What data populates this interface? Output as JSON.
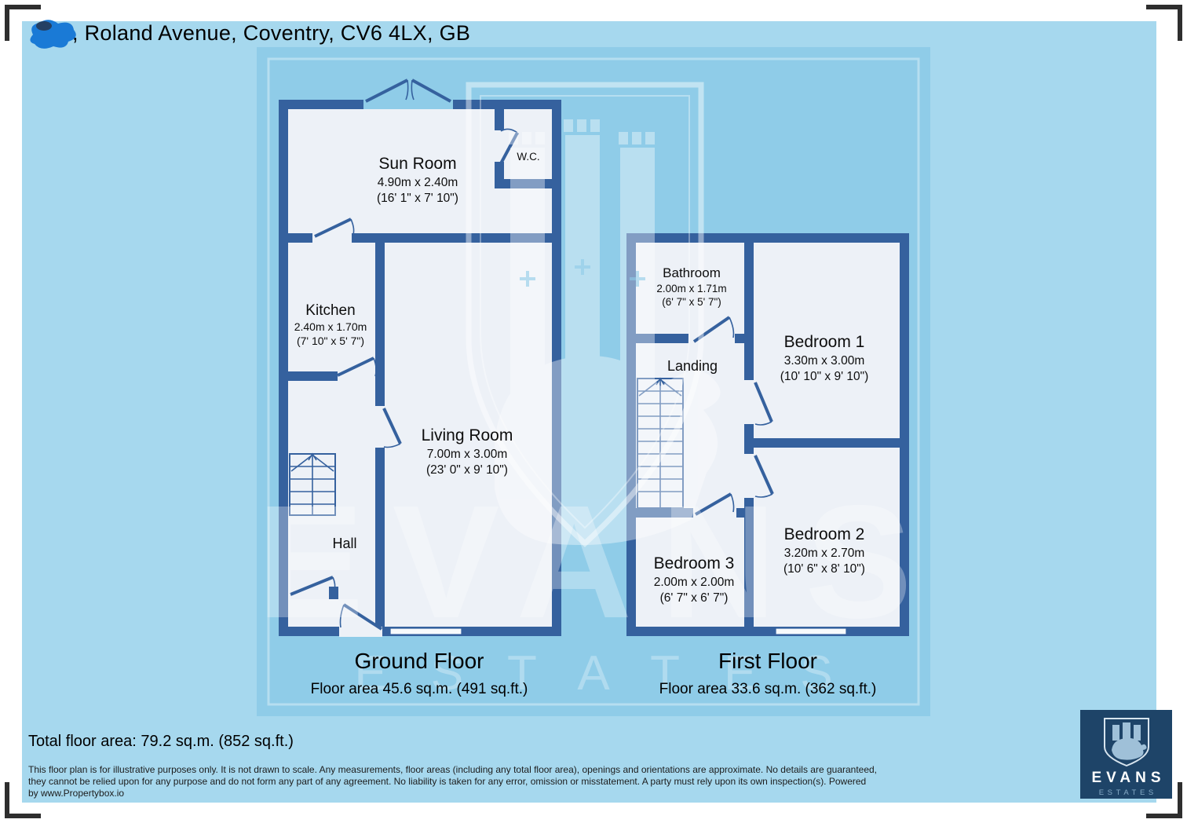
{
  "header": {
    "address": ", Roland Avenue, Coventry, CV6 4LX, GB",
    "note": "house number redacted with blue scribble"
  },
  "ground_floor": {
    "title": "Ground Floor",
    "area": "Floor area 45.6 sq.m. (491 sq.ft.)",
    "rooms": {
      "sun_room": {
        "name": "Sun Room",
        "metric": "4.90m x 2.40m",
        "imperial": "(16' 1\" x 7' 10\")"
      },
      "wc": {
        "name": "W.C."
      },
      "kitchen": {
        "name": "Kitchen",
        "metric": "2.40m x 1.70m",
        "imperial": "(7' 10\" x 5' 7\")"
      },
      "living_room": {
        "name": "Living Room",
        "metric": "7.00m x 3.00m",
        "imperial": "(23' 0\" x 9' 10\")"
      },
      "hall": {
        "name": "Hall"
      }
    }
  },
  "first_floor": {
    "title": "First Floor",
    "area": "Floor area 33.6 sq.m. (362 sq.ft.)",
    "rooms": {
      "bathroom": {
        "name": "Bathroom",
        "metric": "2.00m x 1.71m",
        "imperial": "(6' 7\" x 5' 7\")"
      },
      "landing": {
        "name": "Landing"
      },
      "bedroom_1": {
        "name": "Bedroom 1",
        "metric": "3.30m x 3.00m",
        "imperial": "(10' 10\" x 9' 10\")"
      },
      "bedroom_2": {
        "name": "Bedroom 2",
        "metric": "3.20m x 2.70m",
        "imperial": "(10' 6\" x 8' 10\")"
      },
      "bedroom_3": {
        "name": "Bedroom 3",
        "metric": "2.00m x 2.00m",
        "imperial": "(6' 7\" x 6' 7\")"
      }
    }
  },
  "summary": {
    "total_area": "Total floor area: 79.2 sq.m. (852 sq.ft.)"
  },
  "disclaimer": {
    "line1": "This floor plan is for illustrative purposes only. It is not drawn to scale. Any measurements, floor areas (including any total floor area), openings and orientations are approximate. No details are guaranteed,",
    "line2": "they cannot be relied upon for any purpose and do not form any part of any agreement. No liability is taken for any error, omission or misstatement. A party must rely upon its own inspection(s). Powered",
    "line3": "by www.Propertybox.io"
  },
  "watermark": {
    "brand": "EVANS",
    "sub": "ESTATES"
  },
  "logo": {
    "brand": "EVANS",
    "sub": "ESTATES"
  },
  "colors": {
    "background": "#a6d8ee",
    "panel": "#8fcce8",
    "wall": "#35619e",
    "room_fill": "#edf1f7",
    "logo_background": "#1e4468",
    "redaction_scribble": "#1a7ad6",
    "crop_mark": "#2e2e2e"
  }
}
